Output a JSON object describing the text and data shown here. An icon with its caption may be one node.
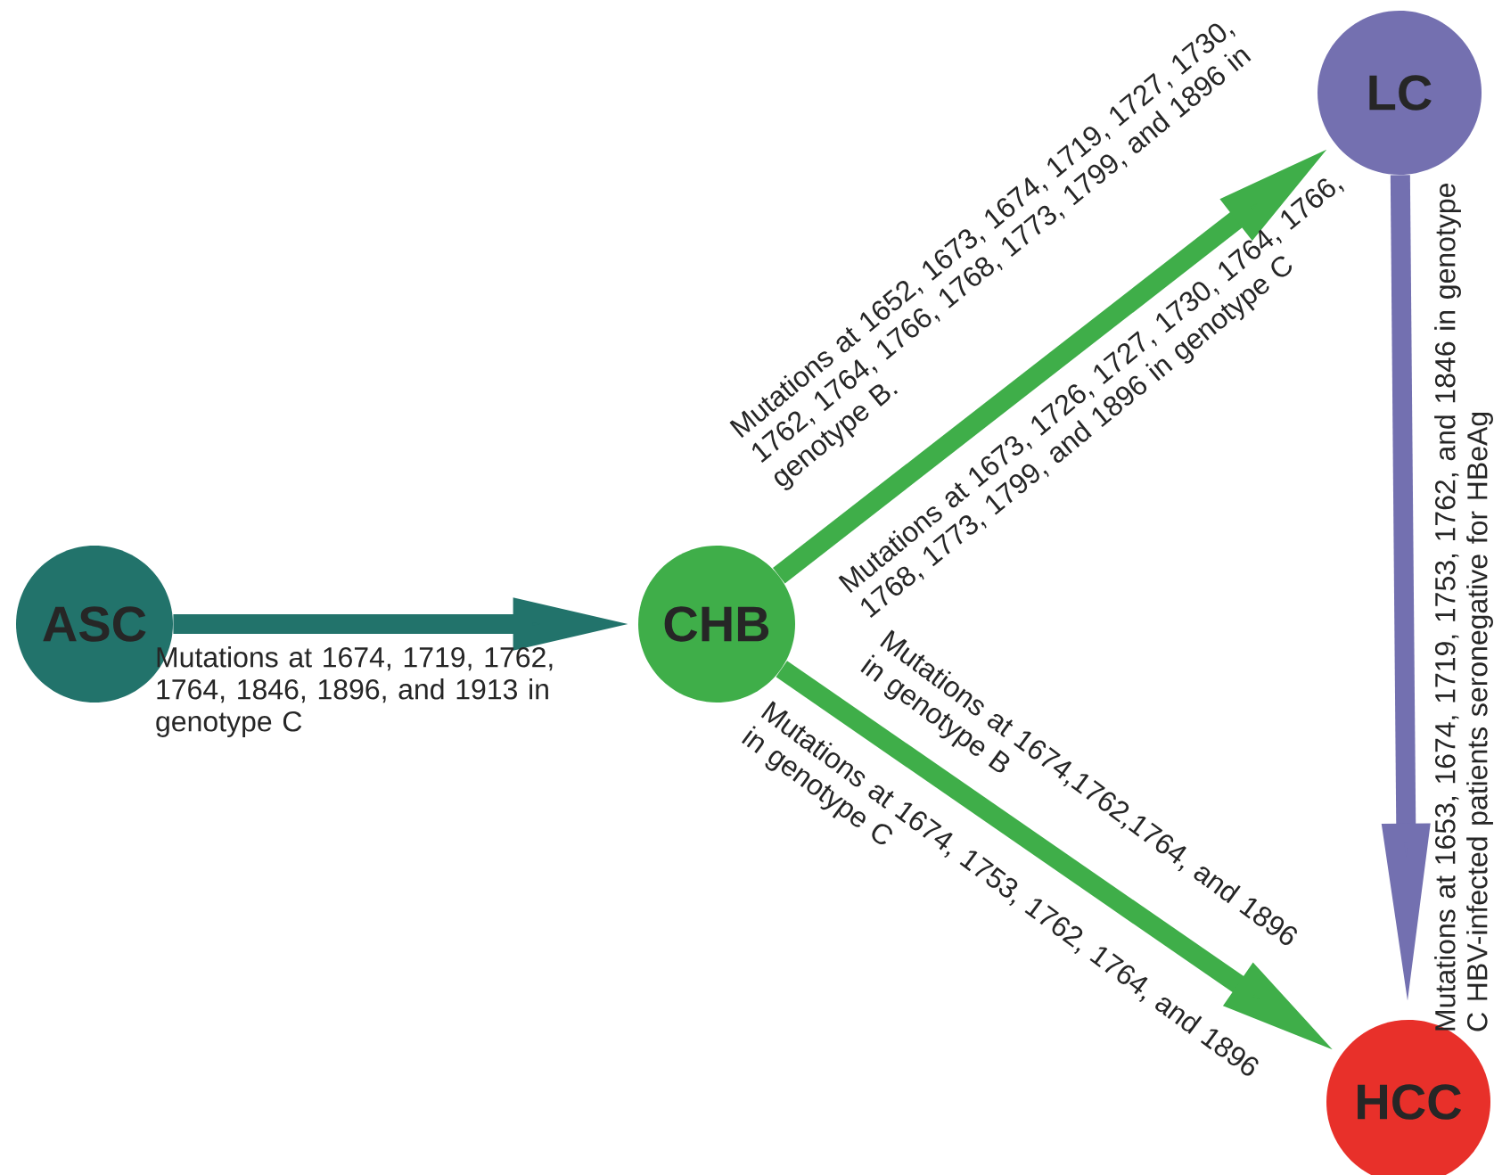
{
  "diagram": {
    "nodes": [
      {
        "text": [
          "ASC"
        ]
      },
      {
        "text": [
          "CHB"
        ]
      },
      {
        "text": [
          "LC"
        ]
      },
      {
        "text": [
          "HCC"
        ]
      }
    ],
    "edges": [
      {
        "from": 0,
        "to": 1,
        "arrow": "to",
        "label": "Mutations at 1674, 1719, 1762, 1764, 1846, 1896, and 1913 in genotype C",
        "color": "#22736b"
      },
      {
        "from": 1,
        "to": 2,
        "arrow": "to",
        "label": "Mutations at 1652, 1673, 1674, 1719, 1727, 1730, 1762, 1764, 1766, 1768, 1773, 1799, and 1896 in genotype B."
      },
      {
        "from": 1,
        "to": 3,
        "arrow": "to",
        "label": "Mutations at 1674,1762,1764, and 1896 in genotype B"
      },
      {
        "from": 2,
        "to": 3,
        "arrow": "to",
        "label": "Mutations at 1653, 1674, 1719, 1753, 1762, and 1846 in genotype C HBV-infected patients seronegative for HBeAg",
        "color": "#7370b0"
      }
    ],
    "labels": [
      "Mutations at 1673, 1726, 1727, 1730, 1764, 1766, 1768, 1773, 1799, and 1896 in genotype C",
      "Mutations at 1674, 1753, 1762, 1764, and 1896 in genotype C"
    ]
  }
}
